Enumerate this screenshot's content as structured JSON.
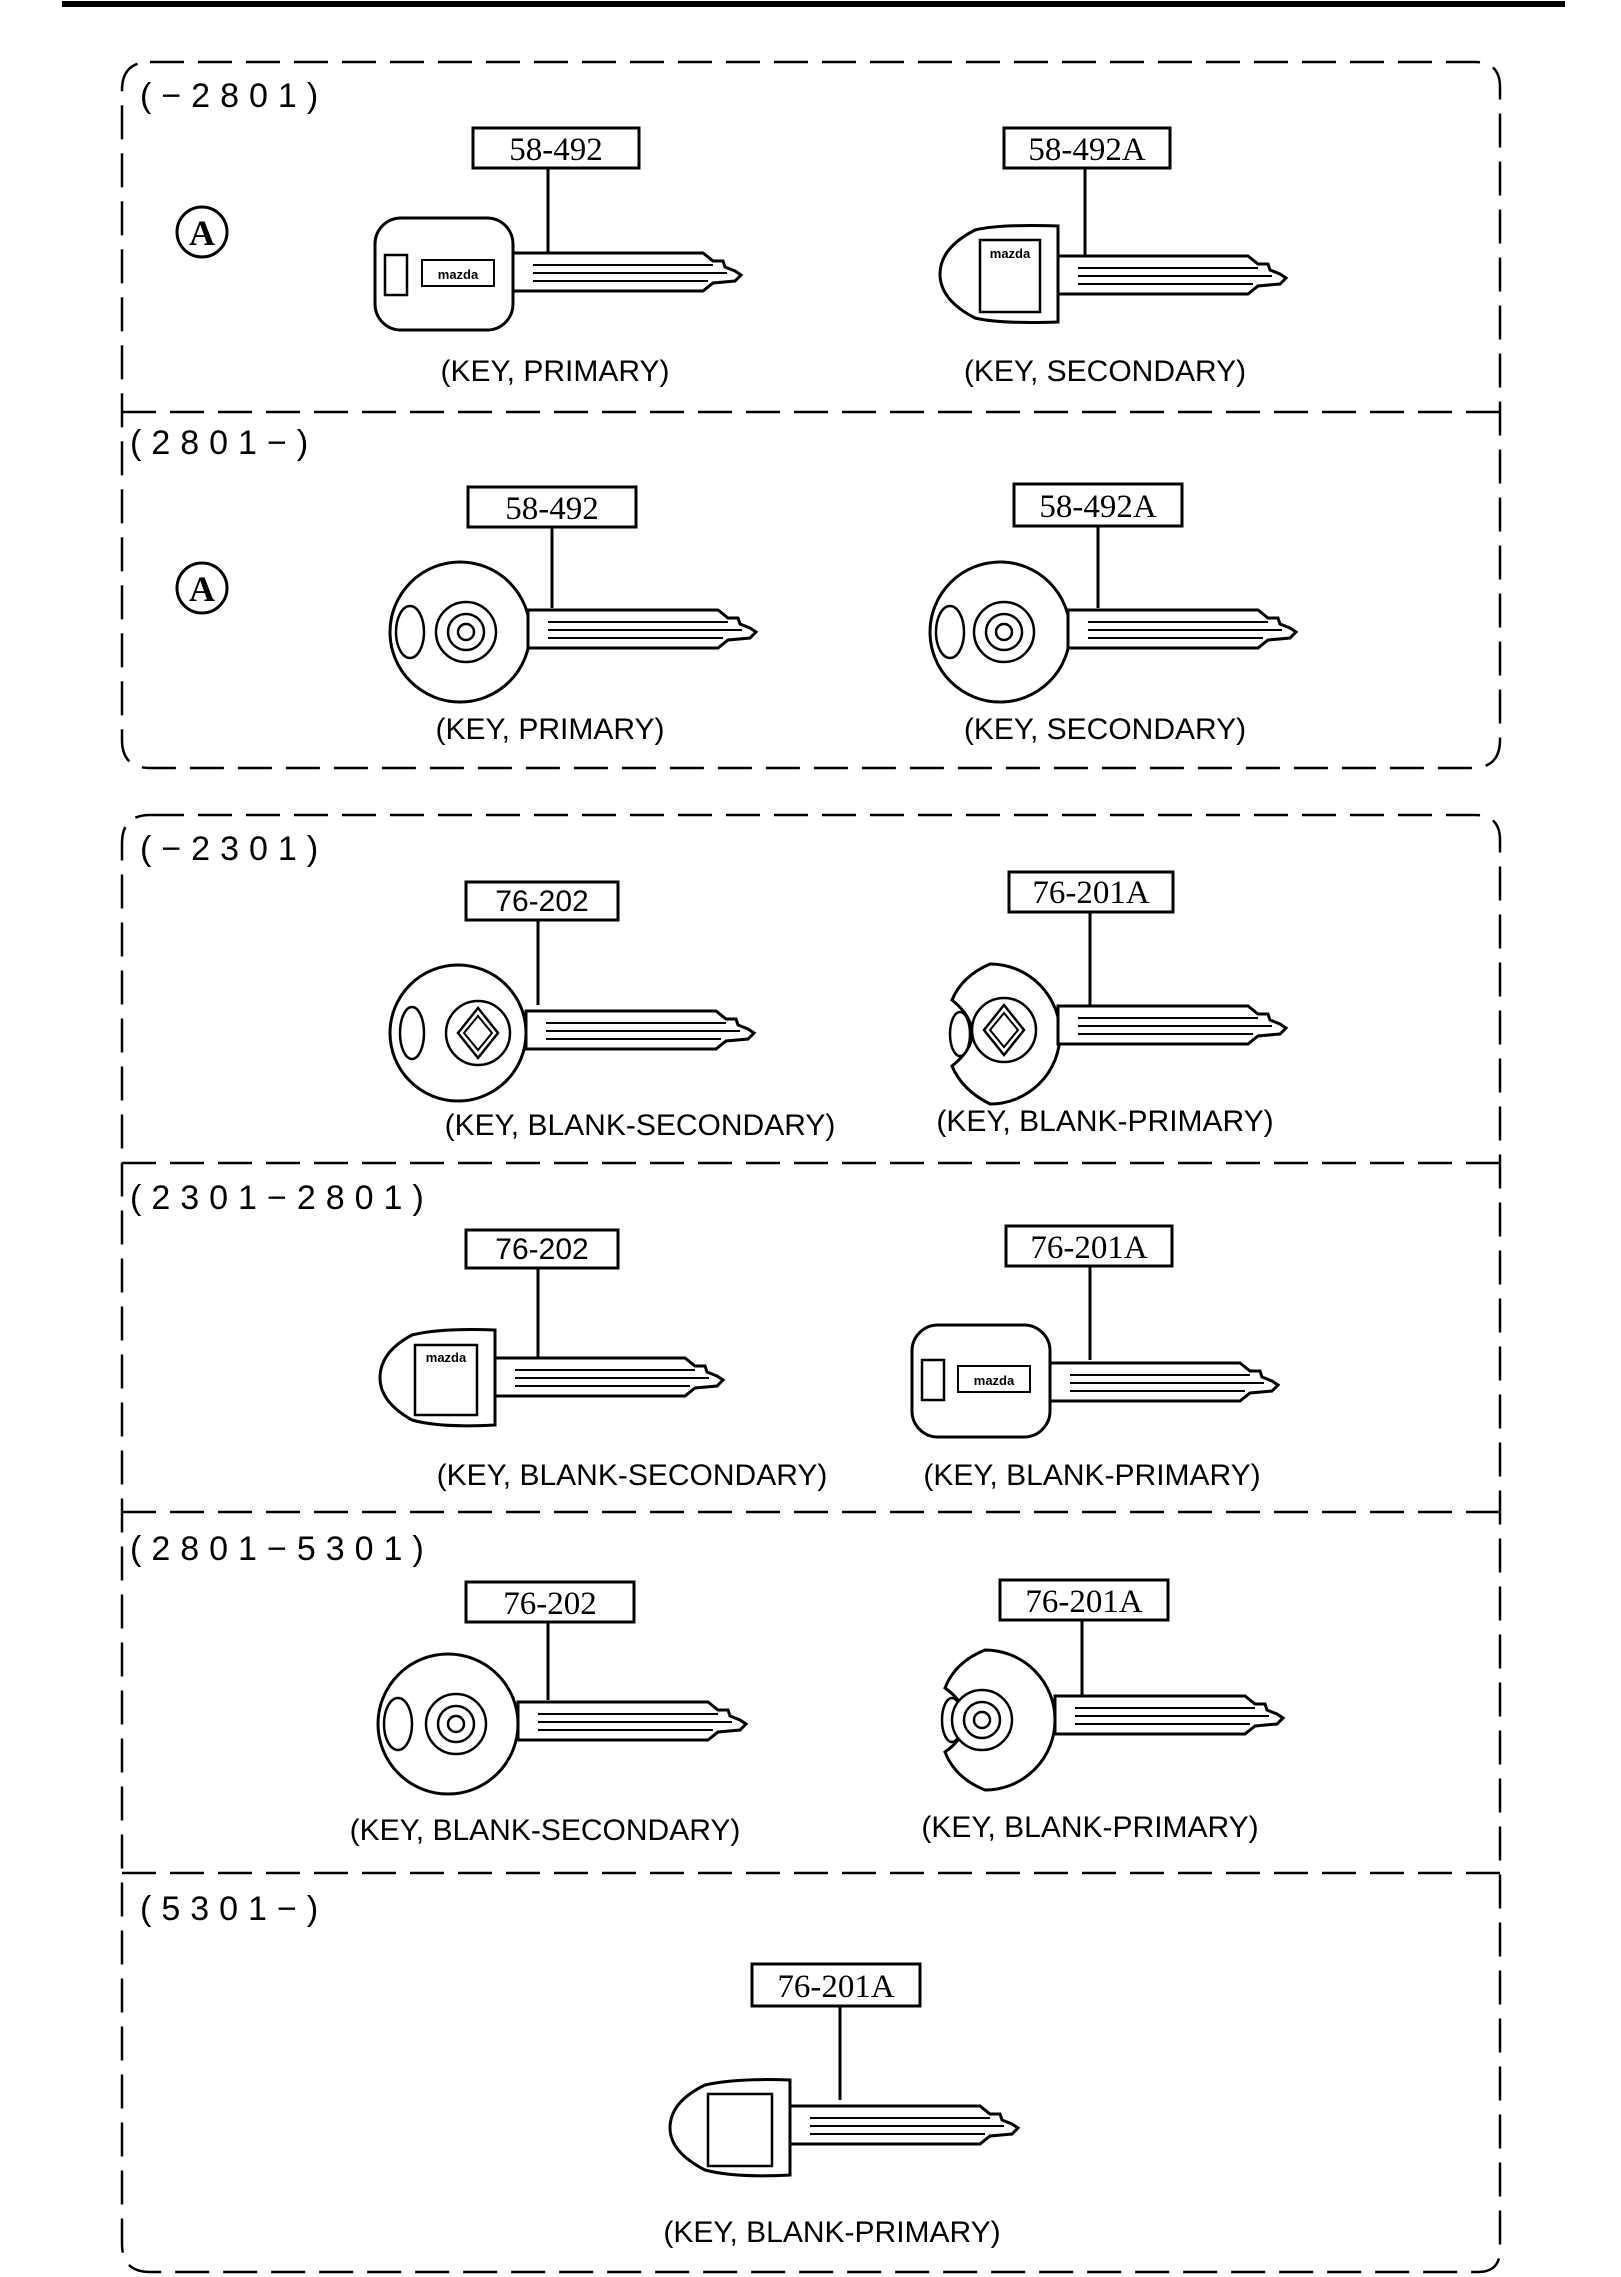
{
  "group1": {
    "rows": [
      {
        "range": "(−2801)",
        "marker": "A",
        "keys": [
          {
            "part": "58-492",
            "caption": "(KEY, PRIMARY)",
            "style": "square-head",
            "brand": "mazda"
          },
          {
            "part": "58-492A",
            "caption": "(KEY, SECONDARY)",
            "style": "oval-head",
            "brand": "mazda"
          }
        ]
      },
      {
        "range": "(2801−)",
        "marker": "A",
        "keys": [
          {
            "part": "58-492",
            "caption": "(KEY, PRIMARY)",
            "style": "round-logo-head"
          },
          {
            "part": "58-492A",
            "caption": "(KEY, SECONDARY)",
            "style": "round-logo-head"
          }
        ]
      }
    ]
  },
  "group2": {
    "rows": [
      {
        "range": "(−2301)",
        "keys": [
          {
            "part": "76-202",
            "caption": "(KEY, BLANK-SECONDARY)",
            "style": "round-diamond-head"
          },
          {
            "part": "76-201A",
            "caption": "(KEY, BLANK-PRIMARY)",
            "style": "crescent-diamond-head"
          }
        ]
      },
      {
        "range": "(2301−2801)",
        "keys": [
          {
            "part": "76-202",
            "caption": "(KEY, BLANK-SECONDARY)",
            "style": "oval-head",
            "brand": "mazda"
          },
          {
            "part": "76-201A",
            "caption": "(KEY, BLANK-PRIMARY)",
            "style": "square-head",
            "brand": "mazda"
          }
        ]
      },
      {
        "range": "(2801−5301)",
        "keys": [
          {
            "part": "76-202",
            "caption": "(KEY, BLANK-SECONDARY)",
            "style": "round-logo-head"
          },
          {
            "part": "76-201A",
            "caption": "(KEY, BLANK-PRIMARY)",
            "style": "crescent-logo-head"
          }
        ]
      },
      {
        "range": "(5301−)",
        "keys": [
          {
            "part": "76-201A",
            "caption": "(KEY, BLANK-PRIMARY)",
            "style": "oval-head-plain"
          }
        ]
      }
    ]
  }
}
